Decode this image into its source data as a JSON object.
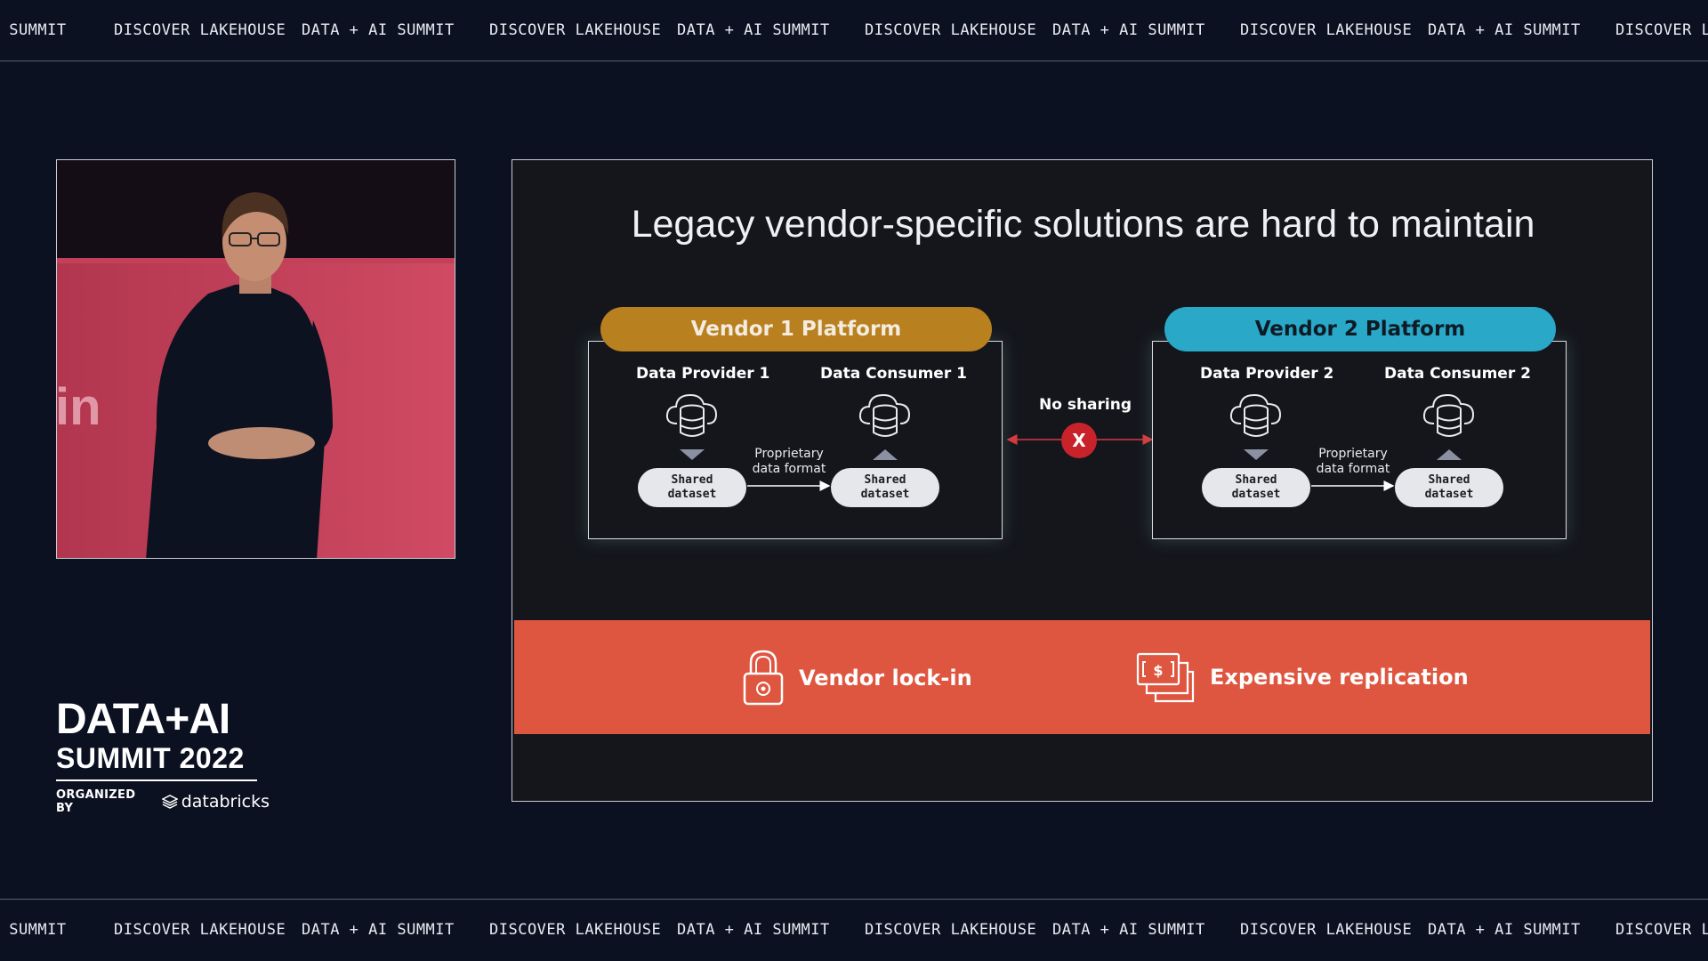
{
  "ticker": {
    "phrases": [
      "AI SUMMIT",
      "DISCOVER LAKEHOUSE",
      "DATA + AI SUMMIT",
      "DISCOVER LAKEHOUSE",
      "DATA + AI SUMMIT",
      "DISCOVER LAKEHOUSE",
      "DATA + AI SUMMIT",
      "DISCOVER LAKEHOUSE",
      "DATA + AI SUMMIT",
      "DISCOVER LA"
    ]
  },
  "brand": {
    "line1": "DATA+AI",
    "line2": "SUMMIT 2022",
    "organized_by": "ORGANIZED BY",
    "company": "databricks"
  },
  "slide": {
    "title": "Legacy vendor-specific solutions are hard to maintain",
    "vendor1": {
      "platform": "Vendor 1 Platform",
      "provider": "Data Provider 1",
      "consumer": "Data Consumer  1",
      "format_line1": "Proprietary",
      "format_line2": "data format",
      "provider_dataset_line1": "Shared",
      "provider_dataset_line2": "dataset",
      "consumer_dataset_line1": "Shared",
      "consumer_dataset_line2": "dataset",
      "color": "#b8801e"
    },
    "vendor2": {
      "platform": "Vendor 2 Platform",
      "provider": "Data Provider 2",
      "consumer": "Data Consumer  2",
      "format_line1": "Proprietary",
      "format_line2": "data format",
      "provider_dataset_line1": "Shared",
      "provider_dataset_line2": "dataset",
      "consumer_dataset_line1": "Shared",
      "consumer_dataset_line2": "dataset",
      "color": "#2aa8c8"
    },
    "no_sharing": "No sharing",
    "no_sharing_mark": "X",
    "band": {
      "lockin": "Vendor lock-in",
      "replication": "Expensive replication",
      "color": "#df5640"
    }
  }
}
